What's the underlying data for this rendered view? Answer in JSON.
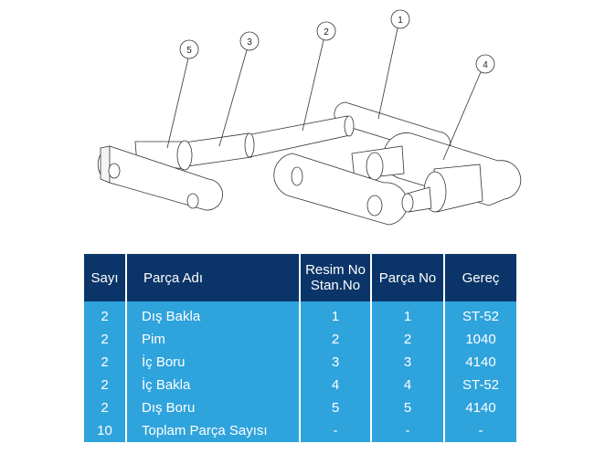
{
  "drawing": {
    "balloons": [
      "5",
      "3",
      "2",
      "1",
      "4"
    ]
  },
  "table": {
    "headers": {
      "qty": "Sayı",
      "name": "Parça Adı",
      "drawing_no_1": "Resim No",
      "drawing_no_2": "Stan.No",
      "part_no": "Parça No",
      "material": "Gereç"
    },
    "rows": [
      {
        "qty": "2",
        "name": "Dış Bakla",
        "drawing_no": "1",
        "part_no": "1",
        "material": "ST-52"
      },
      {
        "qty": "2",
        "name": "Pim",
        "drawing_no": "2",
        "part_no": "2",
        "material": "1040"
      },
      {
        "qty": "2",
        "name": "İç Boru",
        "drawing_no": "3",
        "part_no": "3",
        "material": "4140"
      },
      {
        "qty": "2",
        "name": "İç Bakla",
        "drawing_no": "4",
        "part_no": "4",
        "material": "ST-52"
      },
      {
        "qty": "2",
        "name": "Dış Boru",
        "drawing_no": "5",
        "part_no": "5",
        "material": "4140"
      },
      {
        "qty": "10",
        "name": "Toplam Parça Sayısı",
        "drawing_no": "-",
        "part_no": "-",
        "material": "-"
      }
    ]
  }
}
